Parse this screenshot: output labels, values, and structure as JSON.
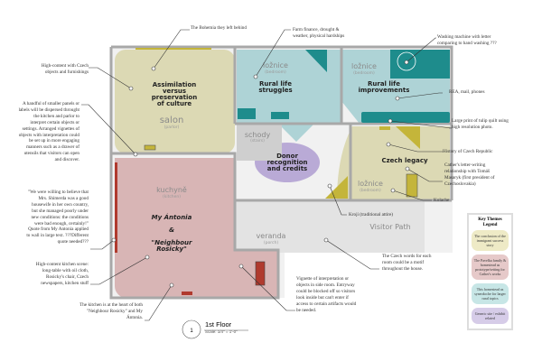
{
  "rooms": {
    "salon": {
      "name": "salon",
      "sub": "(parlor)",
      "theme": [
        "Assimilation",
        "versus",
        "preservation",
        "of culture"
      ]
    },
    "loznice1": {
      "name": "ložnice",
      "sub": "(bedroom)",
      "theme": [
        "Rural life",
        "struggles"
      ]
    },
    "loznice2": {
      "name": "ložnice",
      "sub": "(bedroom)",
      "theme": [
        "Rural life",
        "improvements"
      ]
    },
    "schody": {
      "name": "schody",
      "sub": "(stairs)"
    },
    "donor": {
      "theme": [
        "Donor",
        "recognition",
        "and credits"
      ]
    },
    "czech": {
      "theme": "Czech legacy",
      "name": "ložnice",
      "sub": "(bedroom)"
    },
    "kuchyne": {
      "name": "kuchyně",
      "sub": "(kitchen)",
      "theme": [
        "My Ántonia",
        "&",
        "\"Neighbour",
        "Rosicky\""
      ]
    },
    "veranda": {
      "name": "veranda",
      "sub": "(porch)"
    },
    "visitor_path": "Visitor Path"
  },
  "notes": {
    "bohemia": "The Bohemia they left behind",
    "czech_objects": "High-content with Czech objects and furnishings",
    "panels": "A handful of smaller panels or labels will be dispersed throught the kitchen and parlor to interpret certain objects or settings. Arranged vignettes of objects with interpretation could be set up in more engaging manners such as a drawer of utensils that visitors can open and discover.",
    "quote": "\"We were willing to believe that Mrs. Shimerda was a good housewife in her own country, but she managed poorly under new conditions: the conditions were bad enough, certainly!\" Quote from My Antonia applied to wall in large text. ???Different quote needed???",
    "kitchen_scene": "High-content kitchen scene: long-table with oil cloth, Rosicky's chair, Czech newspapers, kitchen stuff",
    "kitchen_heart": "The kitchen is at the heart of both \"Neighbour Rosicky\" and My Ántonia.",
    "farm": "Farm finance, drought & weather, physical hardships",
    "washing": "Washing machine with letter comparing to hand washing ???",
    "rea": "REA, mail, phones",
    "quilt": "Large print of tulip quilt using high resolution photo.",
    "history": "History of Czech Republic",
    "masaryk": "Cather's letter-writing relationship with Tomáš Masaryk (first president of Czechoslovakia)",
    "kolache": "Kolache",
    "kroji": "Kroji (traditional attire)",
    "czech_words": "The Czech words for each room could be a motif throughout the house.",
    "vignette": "Vignette of interpretation or objects in side room. Entryway could be blocked off so visitors look inside but can't enter if access to certain artifacts would be needed."
  },
  "legend": {
    "title": "Key Themes Legend",
    "items": [
      {
        "label": "The conclusion of the immigrant success story",
        "color": "#eeeac6"
      },
      {
        "label": "The Pavelka family & homestead as prototype/setting for Cather's works",
        "color": "#e6c9c9"
      },
      {
        "label": "This homestead as synecdoche for larger rural topics",
        "color": "#c7e6e6"
      },
      {
        "label": "Generic site / exhibit related",
        "color": "#d6cce8"
      }
    ]
  },
  "floor": {
    "number": "1",
    "title": "1st Floor",
    "scale": "Scale: 1/4\" = 1'-0\""
  },
  "colors": {
    "yellow": "#dcd9b4",
    "pink": "#d8b5b5",
    "teal": "#aed3d6",
    "purple": "#b9aad6",
    "wall": "#a8a8a8",
    "teal_furniture": "#1e8c8c",
    "mustard": "#c4b53a",
    "red": "#b03a2e"
  }
}
